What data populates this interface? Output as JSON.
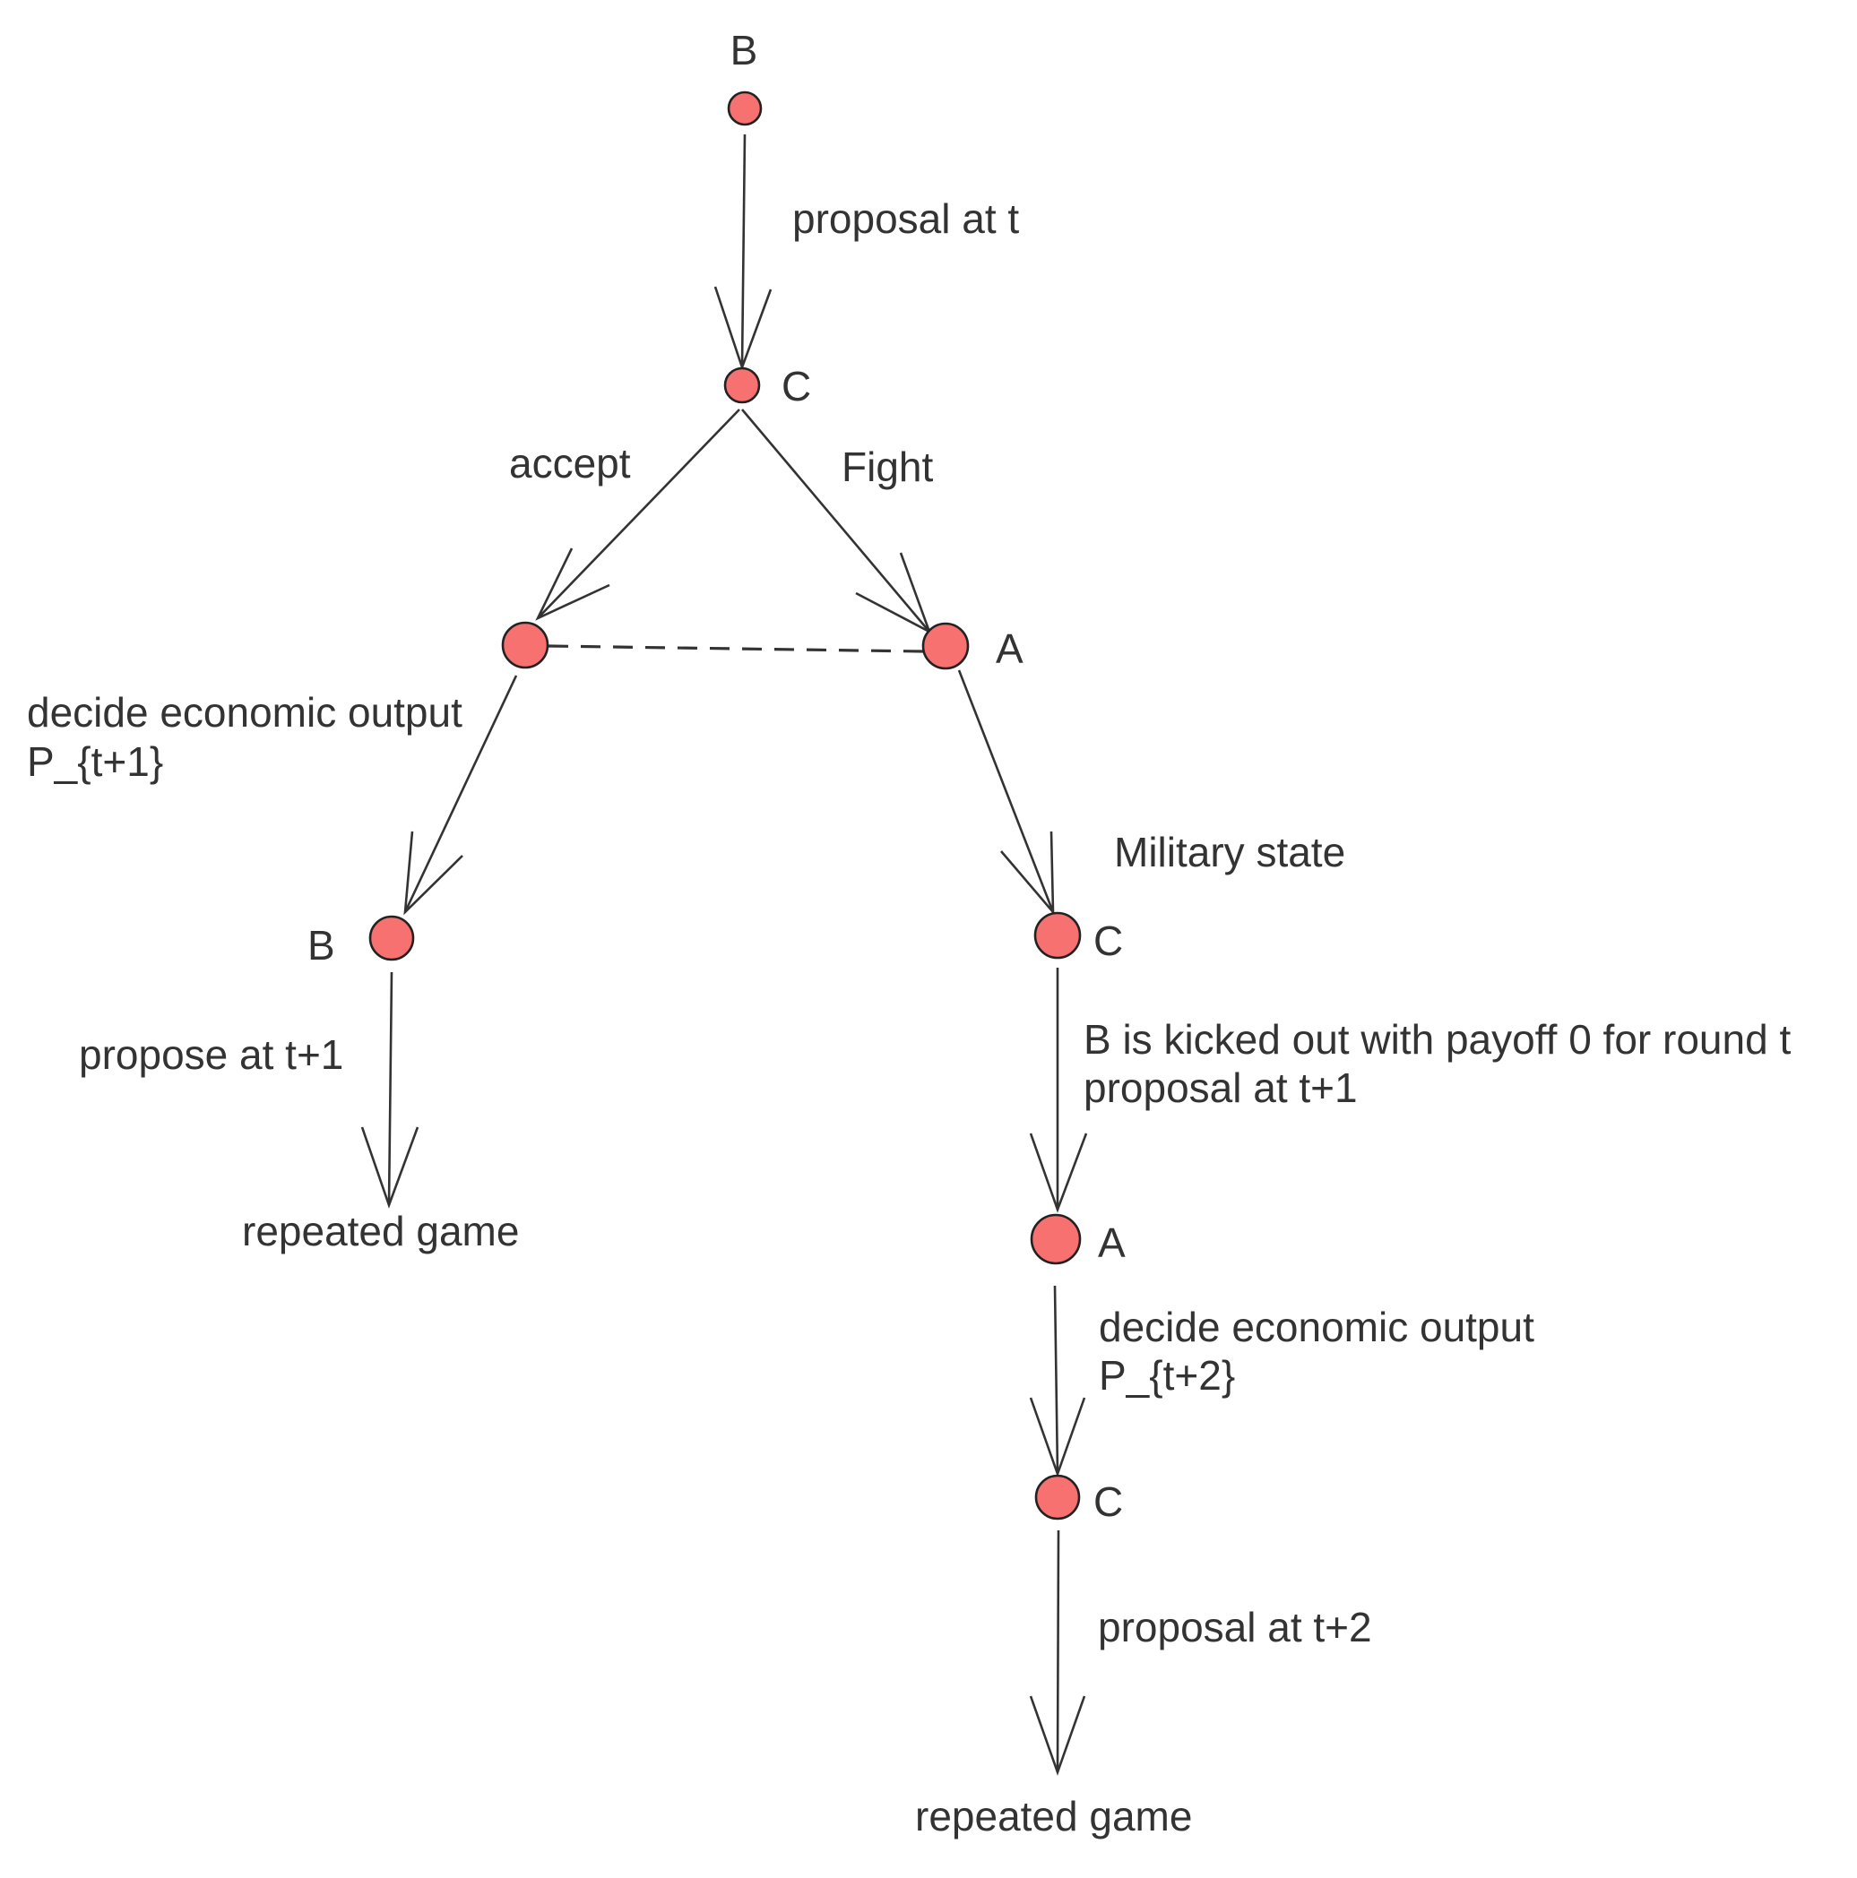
{
  "nodes": {
    "root": "B",
    "c1": "C",
    "a1": "A",
    "b2": "B",
    "c2": "C",
    "a2": "A",
    "c3": "C"
  },
  "edges": {
    "proposal_t": "proposal at t",
    "accept": "accept",
    "fight": "Fight",
    "decide_output_1": [
      "decide economic output",
      "P_{t+1}"
    ],
    "military_state": "Military state",
    "propose_t1": "propose at t+1",
    "kicked_out": [
      "B is kicked out with payoff 0 for round t",
      "proposal at t+1"
    ],
    "decide_output_2": [
      "decide economic output",
      "P_{t+2}"
    ],
    "proposal_t2": "proposal at t+2"
  },
  "outcomes": {
    "left": "repeated game",
    "right": "repeated game"
  },
  "colors": {
    "node_fill": "#f87171",
    "node_stroke": "#222222",
    "line": "#333333",
    "text": "#333333"
  }
}
